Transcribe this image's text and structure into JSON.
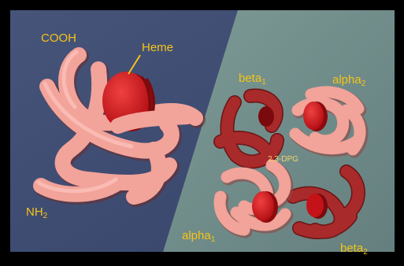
{
  "labels": {
    "cooh": "COOH",
    "heme": "Heme",
    "nh2": {
      "main": "NH",
      "sub": "2"
    },
    "beta1": {
      "main": "beta",
      "sub": "1"
    },
    "alpha2": {
      "main": "alpha",
      "sub": "2"
    },
    "alpha1": {
      "main": "alpha",
      "sub": "1"
    },
    "beta2": {
      "main": "beta",
      "sub": "2"
    },
    "dpg": "2,3-DPG"
  },
  "colors": {
    "frame": "#000000",
    "left_background": "#3f4d70",
    "right_background": "#6f8c8a",
    "light_chain": "#f2a39a",
    "dark_chain": "#a82a2a",
    "heme": "#d8141a",
    "label": "#f6c416"
  }
}
